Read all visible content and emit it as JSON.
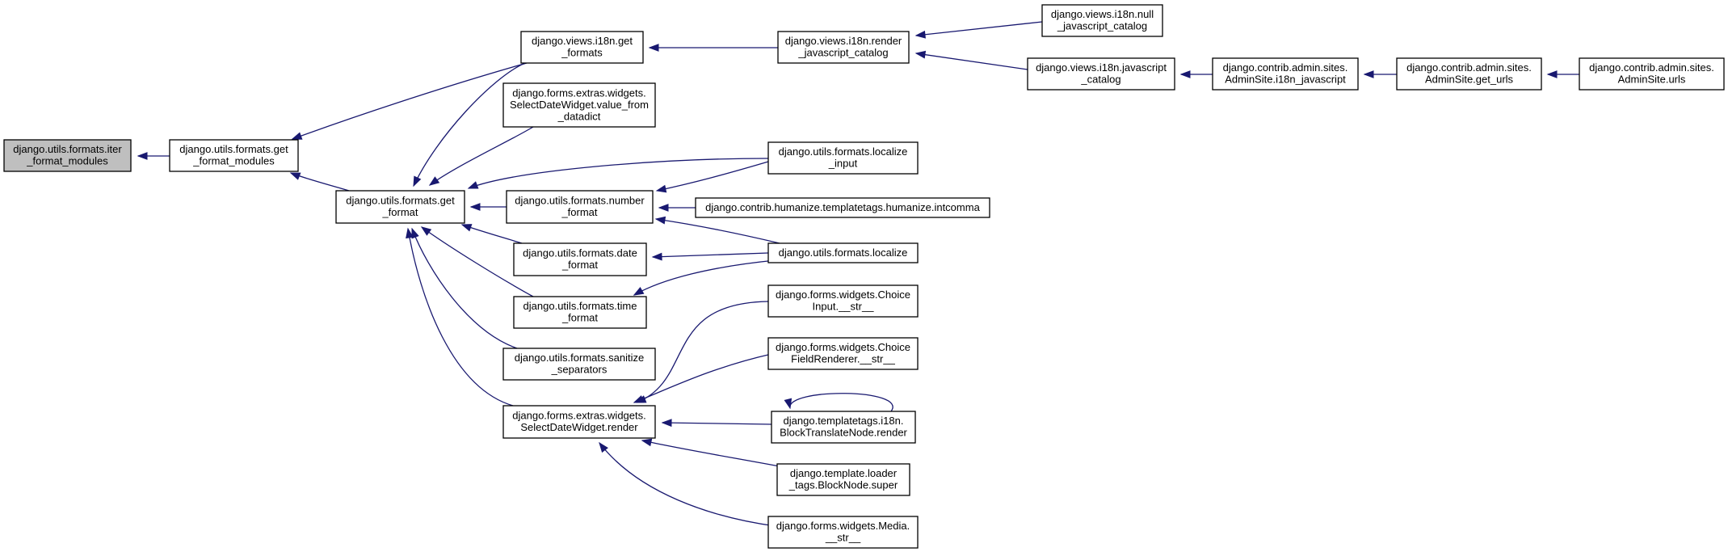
{
  "diagram": {
    "colors": {
      "edge": "#191970",
      "node_fill": "#ffffff",
      "node_border": "#000000",
      "highlight_fill": "#bfbfbf"
    },
    "nodes": [
      {
        "id": "iter",
        "lines": [
          "django.utils.formats.iter",
          "_format_modules"
        ],
        "highlight": true
      },
      {
        "id": "gfm",
        "lines": [
          "django.utils.formats.get",
          "_format_modules"
        ]
      },
      {
        "id": "gf",
        "lines": [
          "django.utils.formats.get",
          "_format"
        ]
      },
      {
        "id": "i18nget",
        "lines": [
          "django.views.i18n.get",
          "_formats"
        ]
      },
      {
        "id": "sdwvfd",
        "lines": [
          "django.forms.extras.widgets.",
          "SelectDateWidget.value_from",
          "_datadict"
        ]
      },
      {
        "id": "numfmt",
        "lines": [
          "django.utils.formats.number",
          "_format"
        ]
      },
      {
        "id": "datefmt",
        "lines": [
          "django.utils.formats.date",
          "_format"
        ]
      },
      {
        "id": "timefmt",
        "lines": [
          "django.utils.formats.time",
          "_format"
        ]
      },
      {
        "id": "sanit",
        "lines": [
          "django.utils.formats.sanitize",
          "_separators"
        ]
      },
      {
        "id": "sdwrender",
        "lines": [
          "django.forms.extras.widgets.",
          "SelectDateWidget.render"
        ]
      },
      {
        "id": "renderjs",
        "lines": [
          "django.views.i18n.render",
          "_javascript_catalog"
        ]
      },
      {
        "id": "nulljs",
        "lines": [
          "django.views.i18n.null",
          "_javascript_catalog"
        ]
      },
      {
        "id": "jscat",
        "lines": [
          "django.views.i18n.javascript",
          "_catalog"
        ]
      },
      {
        "id": "adminjs",
        "lines": [
          "django.contrib.admin.sites.",
          "AdminSite.i18n_javascript"
        ]
      },
      {
        "id": "geturls",
        "lines": [
          "django.contrib.admin.sites.",
          "AdminSite.get_urls"
        ]
      },
      {
        "id": "urls",
        "lines": [
          "django.contrib.admin.sites.",
          "AdminSite.urls"
        ]
      },
      {
        "id": "locinput",
        "lines": [
          "django.utils.formats.localize",
          "_input"
        ]
      },
      {
        "id": "intcomma",
        "lines": [
          "django.contrib.humanize.templatetags.humanize.intcomma"
        ]
      },
      {
        "id": "localize",
        "lines": [
          "django.utils.formats.localize"
        ]
      },
      {
        "id": "choiceinput",
        "lines": [
          "django.forms.widgets.Choice",
          "Input.__str__"
        ]
      },
      {
        "id": "choicefr",
        "lines": [
          "django.forms.widgets.Choice",
          "FieldRenderer.__str__"
        ]
      },
      {
        "id": "btn",
        "lines": [
          "django.templatetags.i18n.",
          "BlockTranslateNode.render"
        ]
      },
      {
        "id": "blocksuper",
        "lines": [
          "django.template.loader",
          "_tags.BlockNode.super"
        ]
      },
      {
        "id": "media",
        "lines": [
          "django.forms.widgets.Media.",
          "__str__"
        ]
      }
    ],
    "edges": [
      {
        "from": "gfm",
        "to": "iter"
      },
      {
        "from": "i18nget",
        "to": "gfm"
      },
      {
        "from": "gf",
        "to": "gfm"
      },
      {
        "from": "i18nget",
        "to": "gf"
      },
      {
        "from": "sdwvfd",
        "to": "gf"
      },
      {
        "from": "numfmt",
        "to": "gf"
      },
      {
        "from": "locinput",
        "to": "gf"
      },
      {
        "from": "datefmt",
        "to": "gf"
      },
      {
        "from": "timefmt",
        "to": "gf"
      },
      {
        "from": "sanit",
        "to": "gf"
      },
      {
        "from": "sdwrender",
        "to": "gf"
      },
      {
        "from": "renderjs",
        "to": "i18nget"
      },
      {
        "from": "nulljs",
        "to": "renderjs"
      },
      {
        "from": "jscat",
        "to": "renderjs"
      },
      {
        "from": "adminjs",
        "to": "jscat"
      },
      {
        "from": "geturls",
        "to": "adminjs"
      },
      {
        "from": "urls",
        "to": "geturls"
      },
      {
        "from": "locinput",
        "to": "numfmt"
      },
      {
        "from": "intcomma",
        "to": "numfmt"
      },
      {
        "from": "localize",
        "to": "numfmt"
      },
      {
        "from": "localize",
        "to": "datefmt"
      },
      {
        "from": "localize",
        "to": "timefmt"
      },
      {
        "from": "choiceinput",
        "to": "sdwrender"
      },
      {
        "from": "choicefr",
        "to": "sdwrender"
      },
      {
        "from": "btn",
        "to": "sdwrender"
      },
      {
        "from": "blocksuper",
        "to": "sdwrender"
      },
      {
        "from": "media",
        "to": "sdwrender"
      },
      {
        "from": "btn",
        "to": "btn"
      }
    ]
  }
}
